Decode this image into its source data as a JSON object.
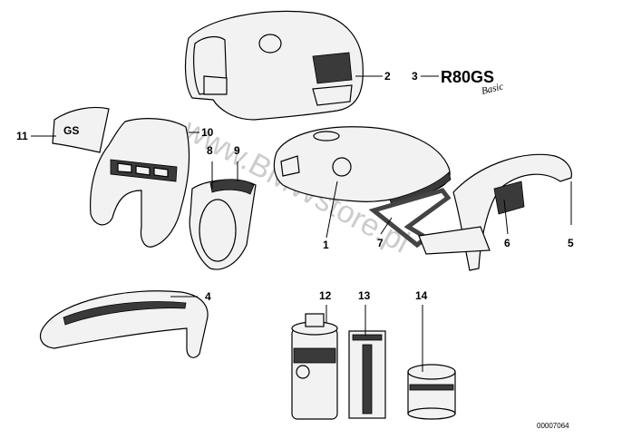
{
  "model": {
    "code": "R80GS",
    "variant": "Basic",
    "prefix_number": "3"
  },
  "callouts": [
    {
      "number": "1"
    },
    {
      "number": "2"
    },
    {
      "number": "4"
    },
    {
      "number": "5"
    },
    {
      "number": "6"
    },
    {
      "number": "7"
    },
    {
      "number": "8"
    },
    {
      "number": "9"
    },
    {
      "number": "10"
    },
    {
      "number": "11"
    },
    {
      "number": "12"
    },
    {
      "number": "13"
    },
    {
      "number": "14"
    }
  ],
  "part_label_11": "GS",
  "watermark": "www.BMWstore.pl",
  "document_number": "00007064"
}
